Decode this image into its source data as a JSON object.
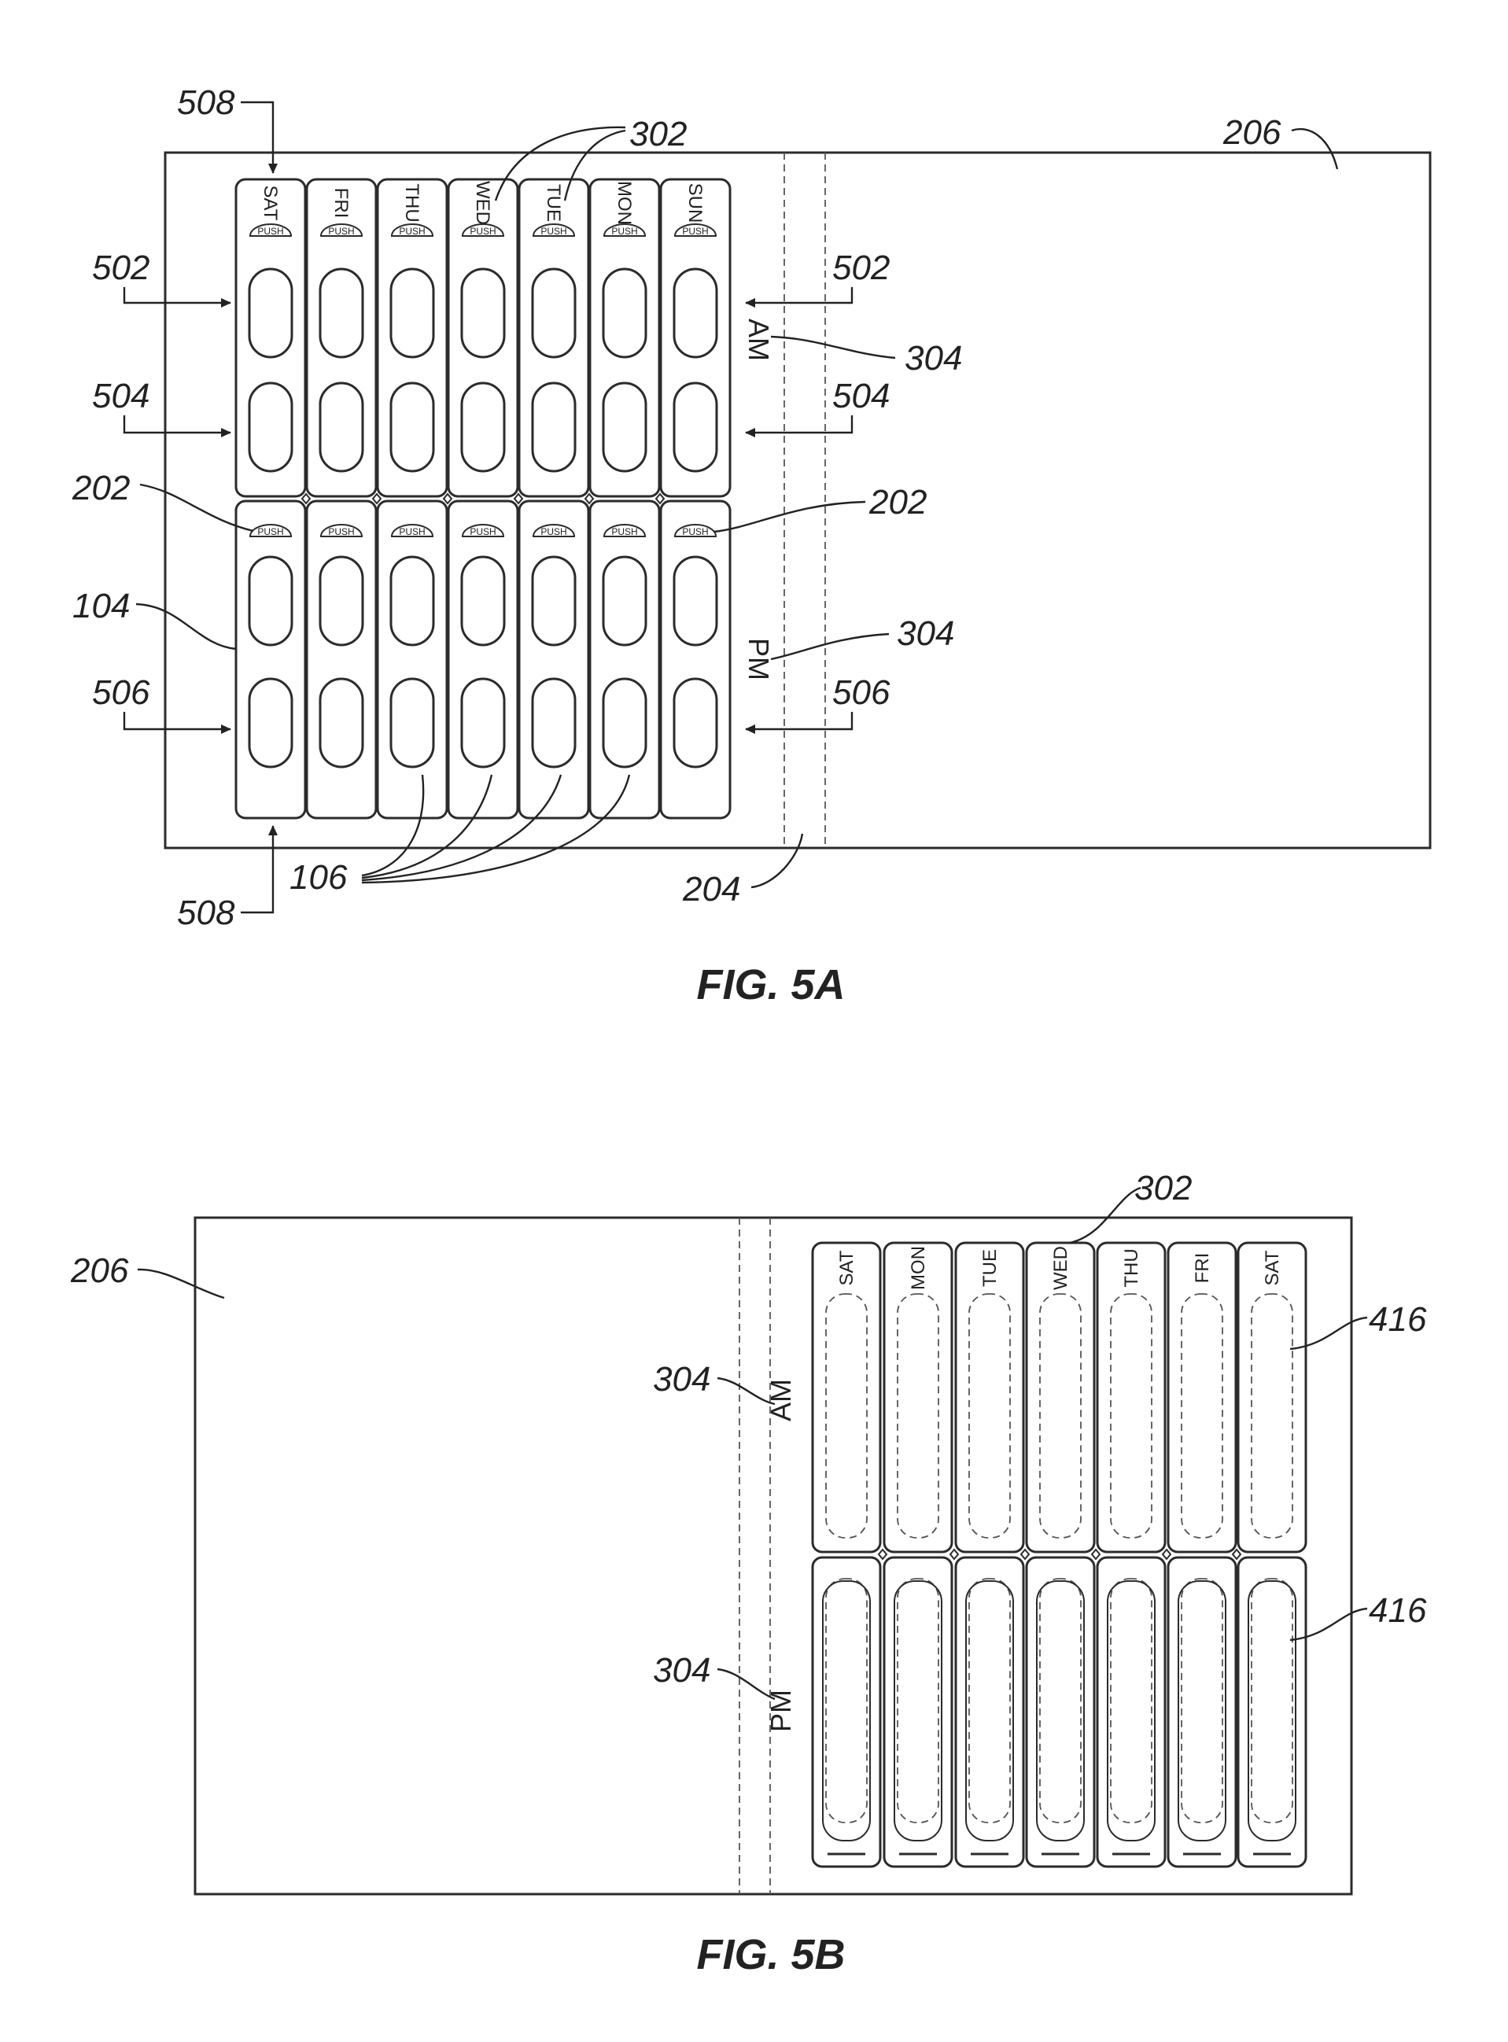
{
  "fig_5a": {
    "caption": "FIG. 5A",
    "days": [
      "SAT",
      "FRI",
      "THU",
      "WED",
      "TUE",
      "MON",
      "SUN"
    ],
    "push_label": "PUSH",
    "am_label": "AM",
    "pm_label": "PM",
    "refs": {
      "r508_top": "508",
      "r508_bottom": "508",
      "r302": "302",
      "r206": "206",
      "r502_left": "502",
      "r502_right": "502",
      "r504_left": "504",
      "r504_right": "504",
      "r304_am": "304",
      "r304_pm": "304",
      "r202_left": "202",
      "r202_right": "202",
      "r104": "104",
      "r506_left": "506",
      "r506_right": "506",
      "r106": "106",
      "r204": "204"
    }
  },
  "fig_5b": {
    "caption": "FIG. 5B",
    "days": [
      "SAT",
      "MON",
      "TUE",
      "WED",
      "THU",
      "FRI",
      "SAT"
    ],
    "am_label": "AM",
    "pm_label": "PM",
    "refs": {
      "r302": "302",
      "r206": "206",
      "r304_am": "304",
      "r304_pm": "304",
      "r416_am": "416",
      "r416_pm": "416"
    }
  }
}
